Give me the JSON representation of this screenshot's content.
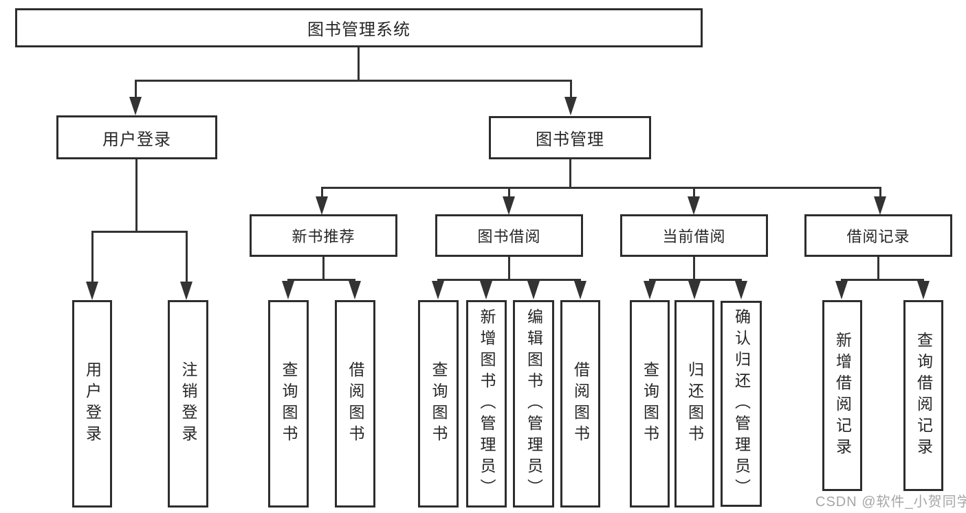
{
  "diagram": {
    "title": "图书管理系统",
    "branches": [
      {
        "label": "用户登录",
        "leaves": [
          "用户登录",
          "注销登录"
        ]
      },
      {
        "label": "图书管理",
        "groups": [
          {
            "label": "新书推荐",
            "leaves": [
              "查询图书",
              "借阅图书"
            ]
          },
          {
            "label": "图书借阅",
            "leaves": [
              "查询图书",
              "新增图书（管理员）",
              "编辑图书（管理员）",
              "借阅图书"
            ]
          },
          {
            "label": "当前借阅",
            "leaves": [
              "查询图书",
              "归还图书",
              "确认归还（管理员）"
            ]
          },
          {
            "label": "借阅记录",
            "leaves": [
              "新增借阅记录",
              "查询借阅记录"
            ]
          }
        ]
      }
    ]
  },
  "watermark": {
    "text": "CSDN @软件_小贺同学"
  },
  "colors": {
    "line": "#333333",
    "box_border": "#2d2d2d",
    "text": "#262626",
    "watermark": "#a6a6a6",
    "background": "#ffffff"
  }
}
